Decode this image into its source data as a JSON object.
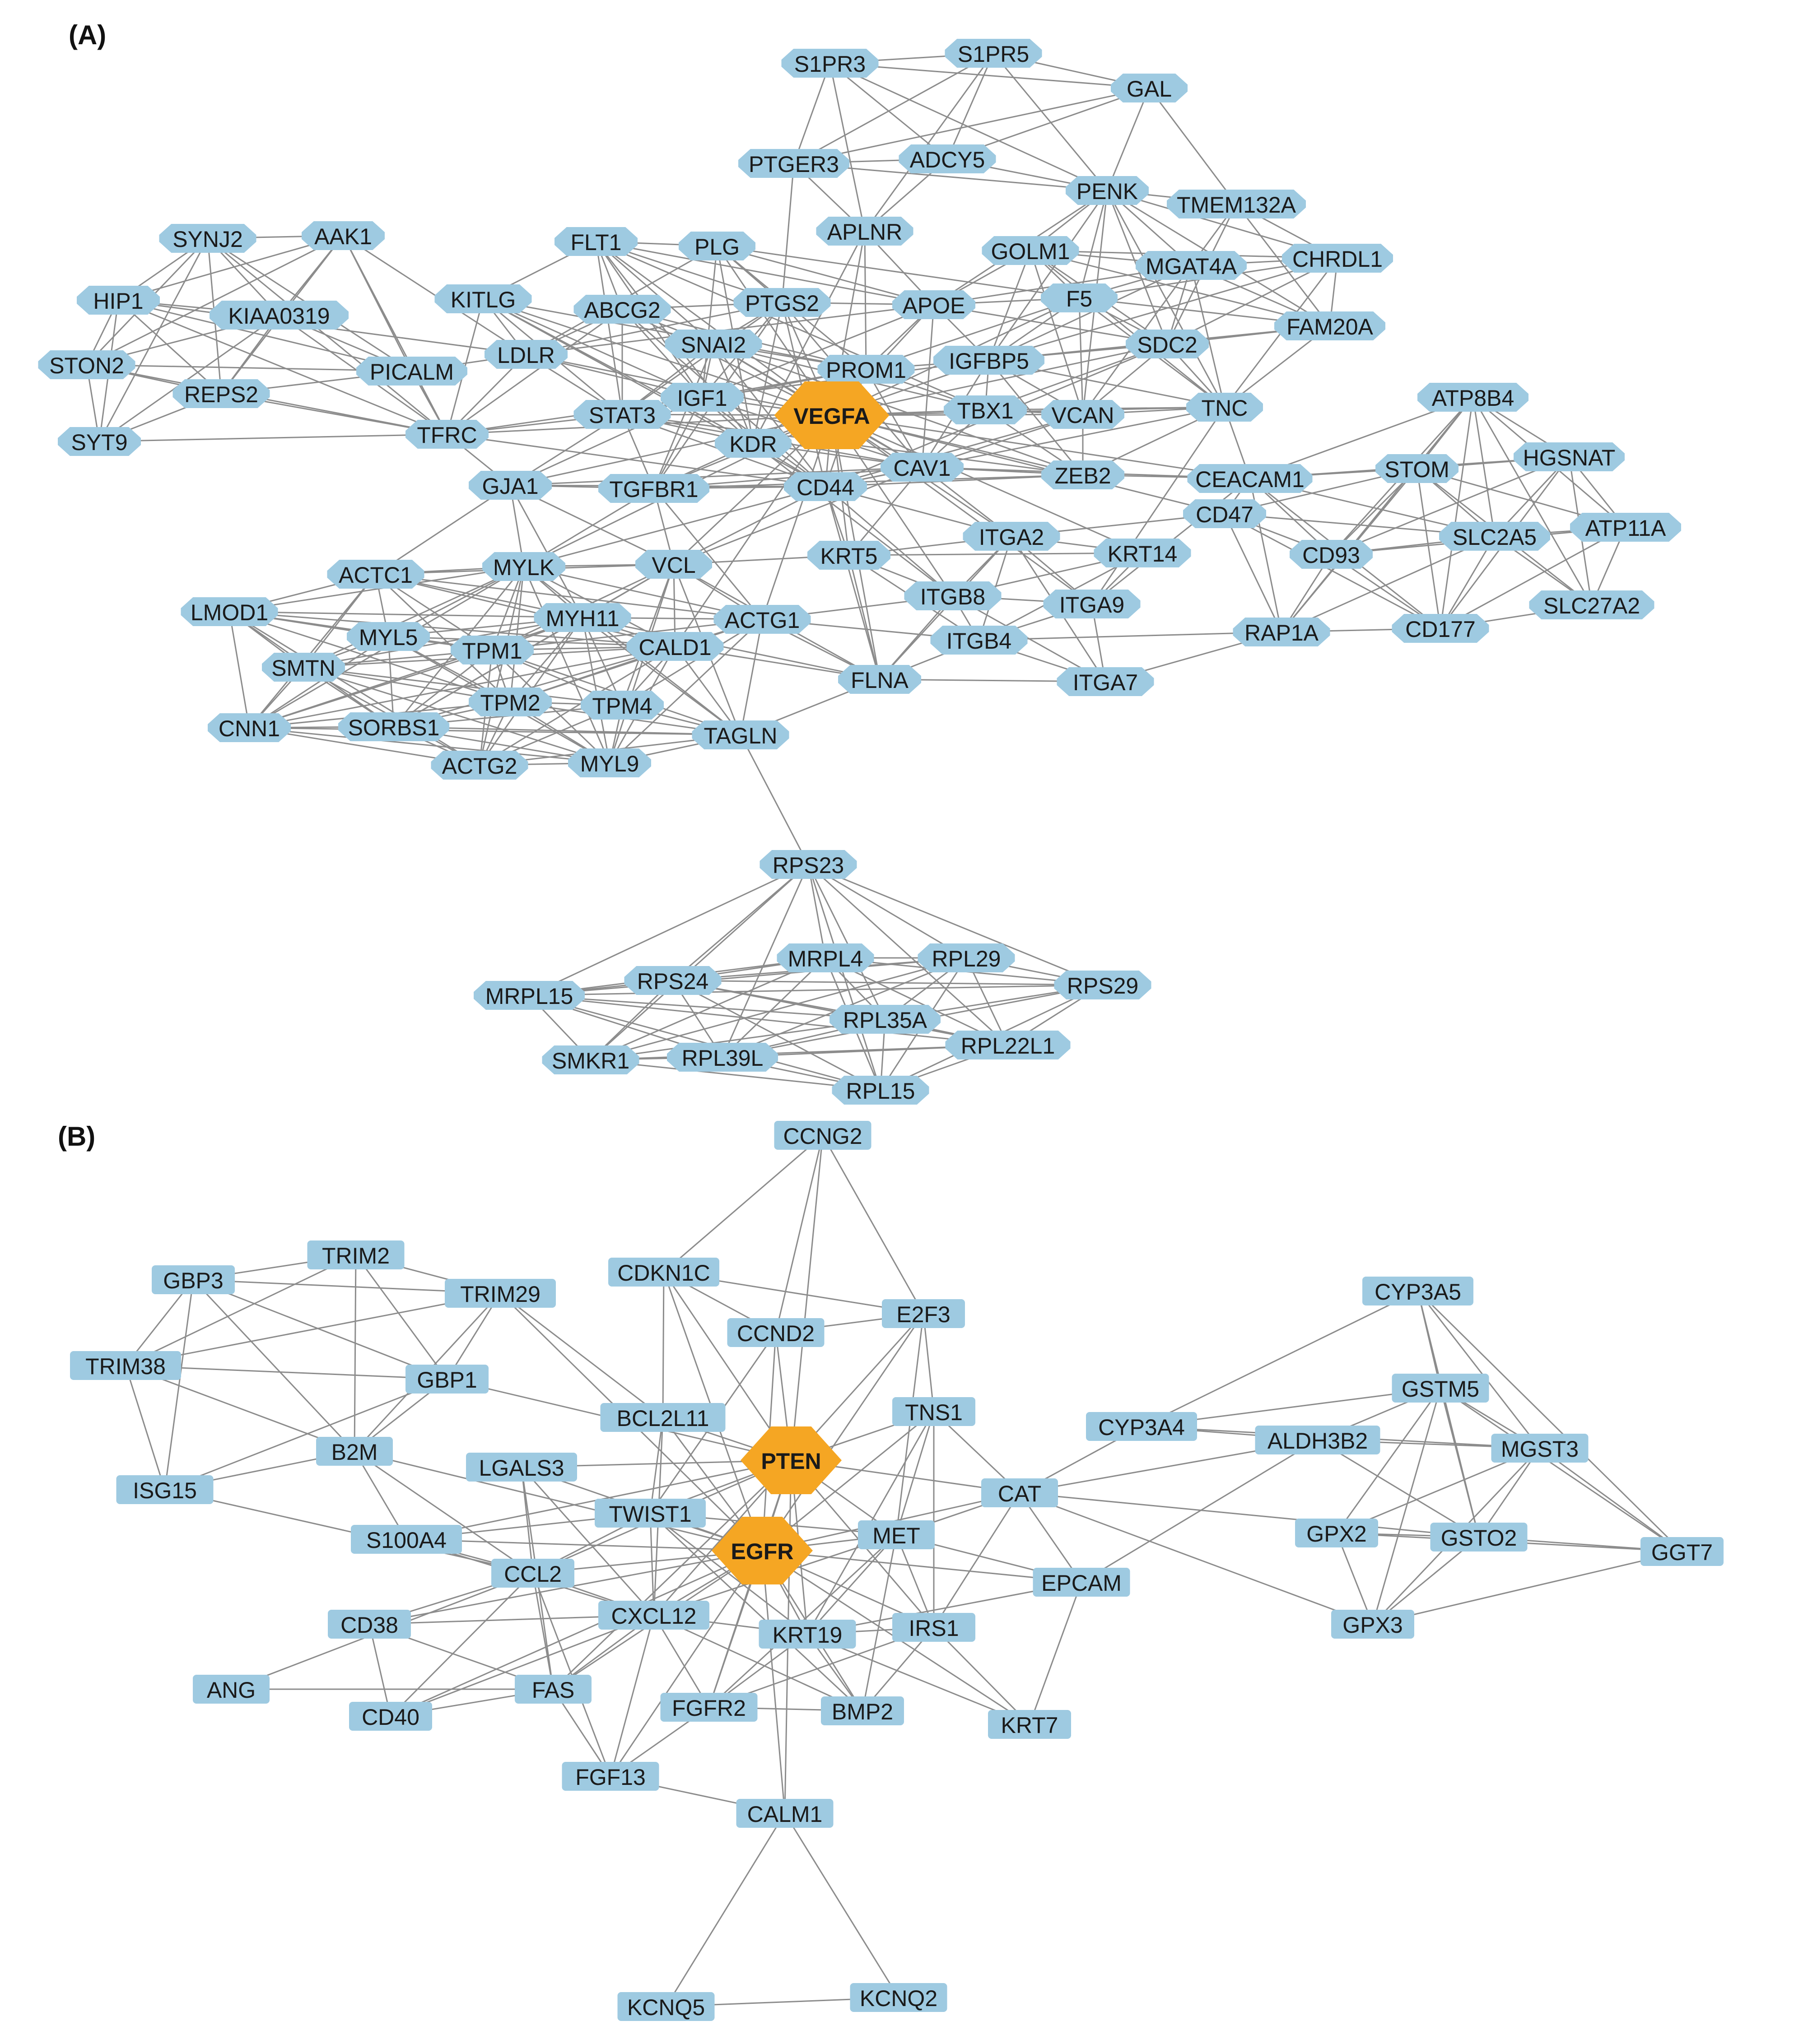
{
  "panels": [
    {
      "id": "A",
      "label": "(A)",
      "node_shape": "octagon",
      "node_color": "#9ecae1",
      "hub_color": "#f5a623",
      "hubs": [
        "VEGFA"
      ],
      "nodes": [
        "S1PR3",
        "S1PR5",
        "GAL",
        "PTGER3",
        "ADCY5",
        "PENK",
        "TMEM132A",
        "APLNR",
        "SYNJ2",
        "AAK1",
        "FLT1",
        "PLG",
        "GOLM1",
        "MGAT4A",
        "CHRDL1",
        "HIP1",
        "KIAA0319",
        "KITLG",
        "ABCG2",
        "PTGS2",
        "APOE",
        "F5",
        "FAM20A",
        "STON2",
        "LDLR",
        "PICALM",
        "SNAI2",
        "IGFBP5",
        "SDC2",
        "REPS2",
        "PROM1",
        "SYT9",
        "TFRC",
        "IGF1",
        "STAT3",
        "VEGFA",
        "TBX1",
        "VCAN",
        "TNC",
        "ATP8B4",
        "KDR",
        "CAV1",
        "ZEB2",
        "STOM",
        "HGSNAT",
        "GJA1",
        "TGFBR1",
        "CD44",
        "CEACAM1",
        "CD47",
        "ACTC1",
        "MYLK",
        "VCL",
        "KRT5",
        "ITGA2",
        "KRT14",
        "CD93",
        "SLC2A5",
        "ATP11A",
        "LMOD1",
        "MYH11",
        "ACTG1",
        "ITGB8",
        "ITGA9",
        "SLC27A2",
        "MYL5",
        "TPM1",
        "CALD1",
        "ITGB4",
        "RAP1A",
        "CD177",
        "SMTN",
        "FLNA",
        "ITGA7",
        "TPM2",
        "TPM4",
        "CNN1",
        "SORBS1",
        "TAGLN",
        "ACTG2",
        "MYL9",
        "RPS23",
        "MRPL4",
        "RPL29",
        "RPS24",
        "RPS29",
        "MRPL15",
        "RPL35A",
        "RPL22L1",
        "SMKR1",
        "RPL39L",
        "RPL15"
      ]
    },
    {
      "id": "B",
      "label": "(B)",
      "node_shape": "rounded-rect",
      "node_color": "#9ecae1",
      "hub_color": "#f5a623",
      "hubs": [
        "PTEN",
        "EGFR"
      ],
      "nodes": [
        "CCNG2",
        "TRIM2",
        "GBP3",
        "TRIM29",
        "CDKN1C",
        "E2F3",
        "CYP3A5",
        "CCND2",
        "TRIM38",
        "GBP1",
        "GSTM5",
        "BCL2L11",
        "TNS1",
        "CYP3A4",
        "ALDH3B2",
        "MGST3",
        "B2M",
        "LGALS3",
        "PTEN",
        "ISG15",
        "CAT",
        "TWIST1",
        "S100A4",
        "MET",
        "GPX2",
        "GSTO2",
        "EGFR",
        "GGT7",
        "CCL2",
        "EPCAM",
        "CD38",
        "CXCL12",
        "KRT19",
        "IRS1",
        "GPX3",
        "ANG",
        "FAS",
        "CD40",
        "FGFR2",
        "BMP2",
        "KRT7",
        "FGF13",
        "CALM1",
        "KCNQ5",
        "KCNQ2"
      ]
    }
  ]
}
